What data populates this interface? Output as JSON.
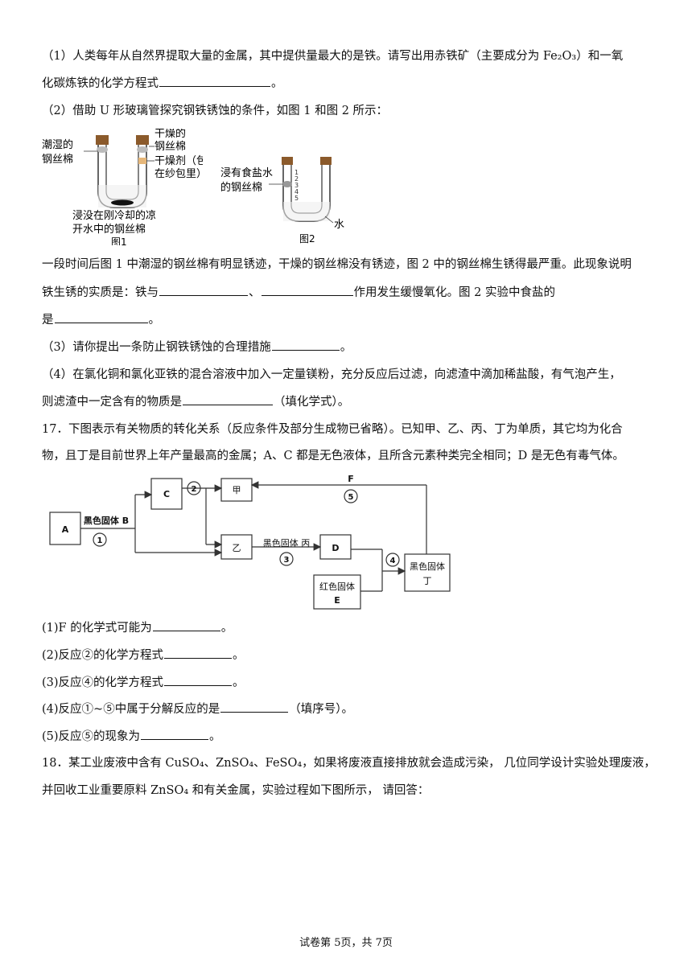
{
  "q16": {
    "p1a": "（1）人类每年从自然界提取大量的金属，其中提供量最大的是铁。请写出用赤铁矿（主要成分为 Fe₂O₃）和一氧",
    "p1b": "化碳炼铁的化学方程式",
    "p2": "（2）借助 U 形玻璃管探究钢铁锈蚀的条件，如图 1 和图 2 所示：",
    "fig1": {
      "label_left_1": "潮湿的",
      "label_left_2": "钢丝棉",
      "label_right_1": "干燥的",
      "label_right_2": "钢丝棉",
      "label_right_3": "干燥剂（包",
      "label_right_4": "在纱包里）",
      "label_bottom_1": "浸没在刚冷却的凉",
      "label_bottom_2": "开水中的钢丝棉",
      "caption": "图1"
    },
    "fig2": {
      "label_1": "浸有食盐水",
      "label_2": "的钢丝棉",
      "label_water": "水",
      "scale": [
        "1",
        "2",
        "3",
        "4",
        "5"
      ],
      "caption": "图2"
    },
    "p3a": "一段时间后图 1 中潮湿的钢丝棉有明显锈迹，干燥的钢丝棉没有锈迹，图 2 中的钢丝棉生锈得最严重。此现象说明",
    "p3b_1": "铁生锈的实质是：铁与",
    "p3b_2": "、",
    "p3b_3": "作用发生缓慢氧化。图 2 实验中食盐的",
    "p3c": "是",
    "p4": "（3）请你提出一条防止钢铁锈蚀的合理措施",
    "p5a": "（4）在氯化铜和氯化亚铁的混合溶液中加入一定量镁粉，充分反应后过滤，向滤渣中滴加稀盐酸，有气泡产生，",
    "p5b_1": "则滤渣中一定含有的物质是",
    "p5b_2": "（填化学式）。"
  },
  "q17": {
    "intro_a": "17．下图表示有关物质的转化关系（反应条件及部分生成物已省略）。已知甲、乙、丙、丁为单质，其它均为化合",
    "intro_b": "物，且丁是目前世界上年产量最高的金属；A、C 都是无色液体，且所含元素种类完全相同；D 是无色有毒气体。",
    "diagram": {
      "A": "A",
      "B_label": "黑色固体 B",
      "C": "C",
      "jia": "甲",
      "yi": "乙",
      "D": "D",
      "E_1": "红色固体",
      "E_2": "E",
      "ding_1": "黑色固体",
      "ding_2": "丁",
      "bing_label": "黑色固体 丙",
      "F": "F",
      "n1": "1",
      "n2": "2",
      "n3": "3",
      "n4": "4",
      "n5": "5"
    },
    "q1": "(1)F 的化学式可能为",
    "q2": "(2)反应②的化学方程式",
    "q3": "(3)反应④的化学方程式",
    "q4a": "(4)反应①~⑤中属于分解反应的是",
    "q4b": "（填序号）。",
    "q5": "(5)反应⑤的现象为",
    "period": "。"
  },
  "q18": {
    "a": "18．某工业废液中含有 CuSO₄、ZnSO₄、FeSO₄，如果将废液直接排放就会造成污染， 几位同学设计实验处理废液，",
    "b": "并回收工业重要原料 ZnSO₄ 和有关金属，实验过程如下图所示， 请回答："
  },
  "footer": "试卷第 5页，共 7页"
}
